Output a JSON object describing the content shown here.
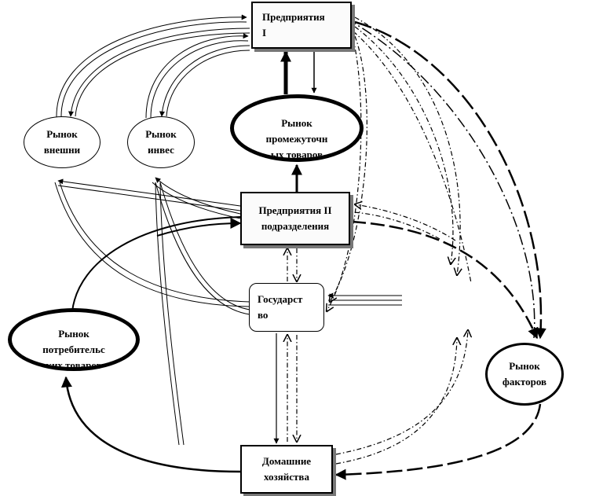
{
  "nodes": {
    "enterprises_1": "Предприятия\nI",
    "enterprises_2": "Предприятия II\nподразделения",
    "intermediate_market": "Рынок\nпромежуточн\nых товаров",
    "external_market": "Рынок\nвнешни",
    "investment_market": "Рынок\nинвес",
    "government": "Государст\nво",
    "consumer_market": "Рынок\nпотребительс\nких товаров",
    "factor_market": "Рынок\nфакторов",
    "households": "Домашние\nхозяйства"
  }
}
